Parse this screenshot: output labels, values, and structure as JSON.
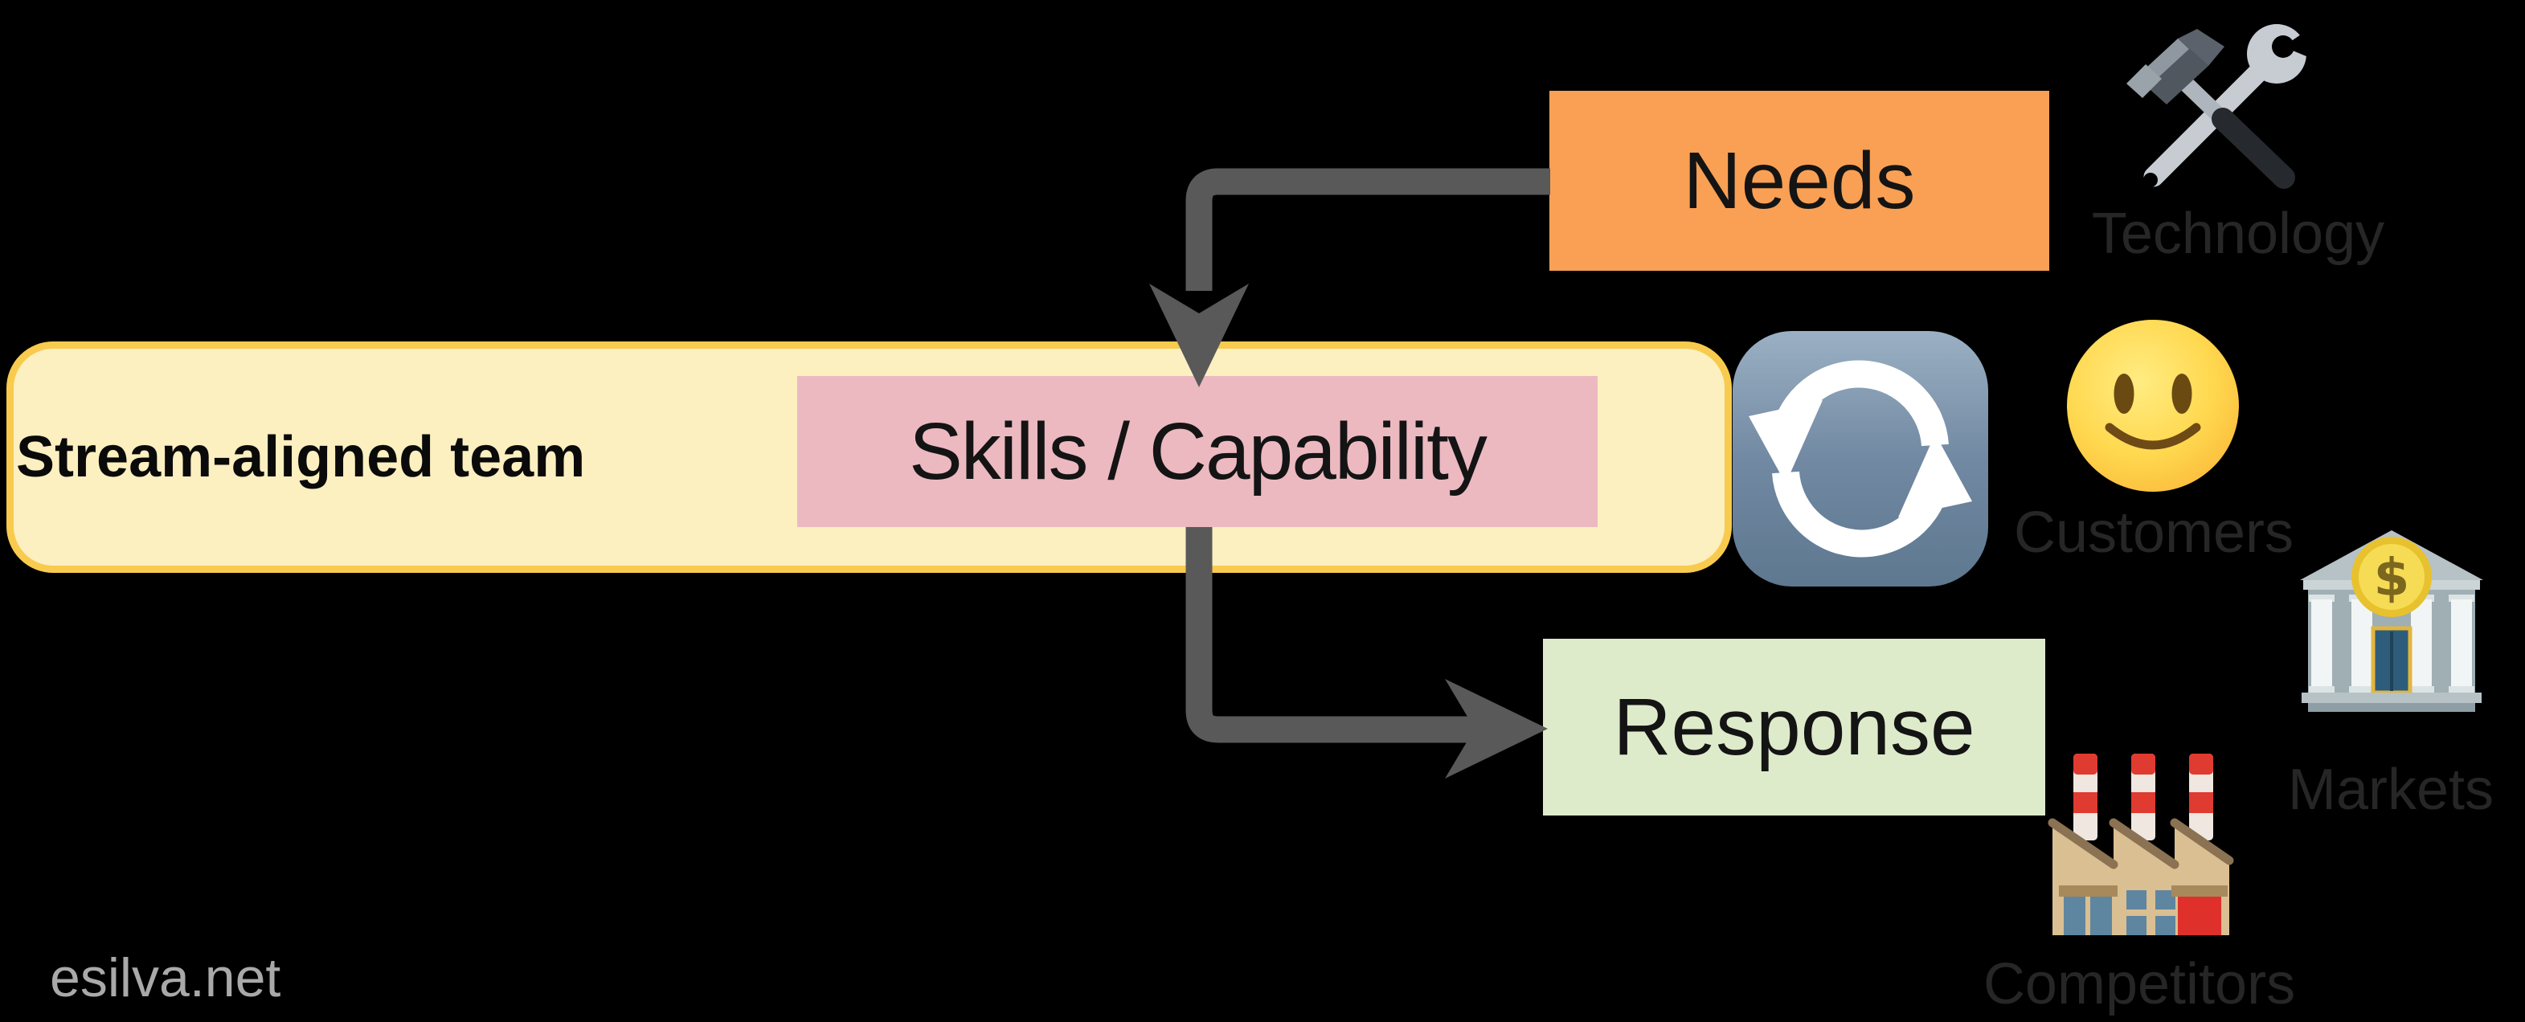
{
  "page": {
    "background": "#000000"
  },
  "watermark": {
    "text": "esilva.net",
    "color": "#A9A9A9"
  },
  "team_band": {
    "label": "Stream-aligned team",
    "fill": "#FCEFC0",
    "border": "#F8CB4E"
  },
  "flow": {
    "needs": {
      "label": "Needs",
      "fill": "#F9A055"
    },
    "skills": {
      "label": "Skills / Capability",
      "fill": "#ECB9C1"
    },
    "response": {
      "label": "Response",
      "fill": "#DEEBCB"
    },
    "arrow_color": "#595959",
    "connections": [
      {
        "from": "Needs",
        "to": "Skills / Capability"
      },
      {
        "from": "Skills / Capability",
        "to": "Response"
      }
    ]
  },
  "cycle_icon": {
    "name": "counterclockwise-arrows-emoji",
    "color": "#6F89A1"
  },
  "environment": {
    "label_color": "#262626",
    "items": [
      {
        "label": "Technology",
        "icon": "hammer-and-wrench-emoji"
      },
      {
        "label": "Customers",
        "icon": "slightly-smiling-face-emoji"
      },
      {
        "label": "Markets",
        "icon": "bank-emoji"
      },
      {
        "label": "Competitors",
        "icon": "factory-emoji"
      }
    ]
  }
}
